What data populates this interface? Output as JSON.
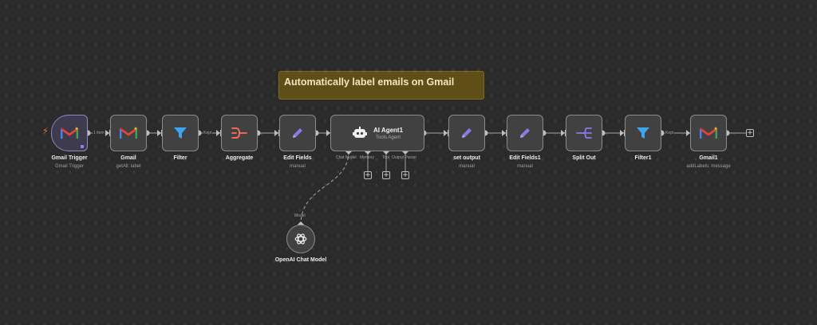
{
  "sticky_note": {
    "text": "Automatically label emails on Gmail"
  },
  "nodes": [
    {
      "key": "gmail-trigger",
      "title": "Gmail Trigger",
      "subtitle": "Gmail Trigger",
      "icon": "gmail-icon"
    },
    {
      "key": "gmail",
      "title": "Gmail",
      "subtitle": "getAll: label",
      "icon": "gmail-icon"
    },
    {
      "key": "filter",
      "title": "Filter",
      "subtitle": "",
      "icon": "filter-icon"
    },
    {
      "key": "aggregate",
      "title": "Aggregate",
      "subtitle": "",
      "icon": "aggregate-icon"
    },
    {
      "key": "edit-fields",
      "title": "Edit Fields",
      "subtitle": "manual",
      "icon": "pencil-icon"
    },
    {
      "key": "ai-agent",
      "title": "AI Agent1",
      "subtitle": "Tools Agent",
      "icon": "robot-icon"
    },
    {
      "key": "set-output",
      "title": "set output",
      "subtitle": "manual",
      "icon": "pencil-icon"
    },
    {
      "key": "edit-fields1",
      "title": "Edit Fields1",
      "subtitle": "manual",
      "icon": "pencil-icon"
    },
    {
      "key": "split-out",
      "title": "Split Out",
      "subtitle": "",
      "icon": "split-icon"
    },
    {
      "key": "filter1",
      "title": "Filter1",
      "subtitle": "",
      "icon": "filter-icon"
    },
    {
      "key": "gmail1",
      "title": "Gmail1",
      "subtitle": "addLabels: message",
      "icon": "gmail-icon"
    }
  ],
  "connection_labels": {
    "trigger_to_gmail": "1 item",
    "filter_kept": "Kept",
    "filter1_kept": "Kept"
  },
  "agent_ports": {
    "chat_model": "Chat Model",
    "memory": "Memory",
    "tool": "Tool",
    "output_parser": "Output Parser"
  },
  "sub_node": {
    "title": "OpenAI Chat Model",
    "port_label": "Model",
    "icon": "openai-icon"
  },
  "colors": {
    "canvas": "#2b2b2b",
    "node_bg": "#414141",
    "sticky_bg": "#5f4f16",
    "filter_blue": "#3aa5f0",
    "pencil_purple": "#8b78e6",
    "aggregate_red": "#ff6d5a",
    "trigger_bolt": "#ff6d5a"
  }
}
